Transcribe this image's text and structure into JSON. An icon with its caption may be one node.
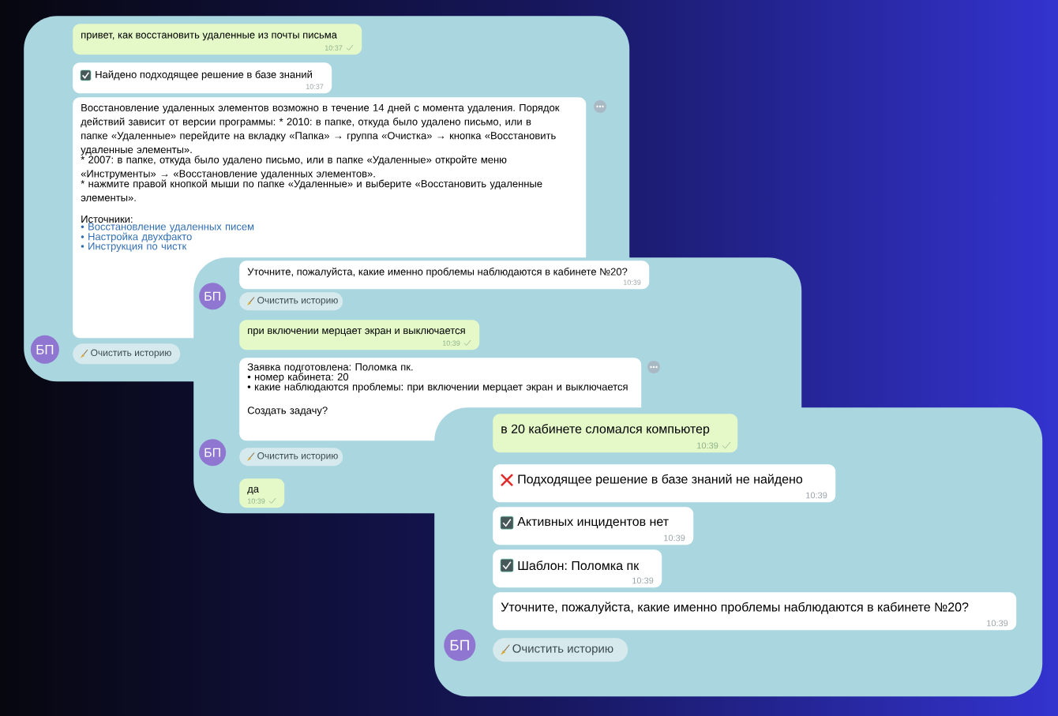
{
  "diagram": {
    "nodes": [
      {
        "text": [],
        "shape": "box"
      },
      {
        "text": [
          "привет, как восстановить удаленные из почты письма",
          "10:37"
        ],
        "in": 0
      },
      {
        "text": [
          "Найдено подходящее решение в базе знаний",
          "10:37"
        ],
        "in": 0
      },
      {
        "text": [
          "Восстановление удаленных элементов возможно в течение 14 дней с момента удаления. Порядок действий зависит от версии программы: * 2010: в папке, откуда было удалено письмо, или в папке «Удаленные» перейдите на вкладку «Папка» → группа «Очистка» → кнопка «Восстановить удаленные элементы».",
          "* 2007: в папке, откуда было удалено письмо, или в папке «Удаленные» откройте меню «Инструменты» → «Восстановление удаленных элементов».",
          "* нажмите правой кнопкой мыши по папке «Удаленные» и выберите «Восстановить удаленные элементы».",
          "Источники:",
          "• Восстановление удаленных писем",
          "• Настройка двухфакто",
          "• Инструкция по чистк"
        ],
        "in": 0
      },
      {
        "text": [
          "БП"
        ],
        "in": 0
      },
      {
        "text": [
          "Очистить историю"
        ],
        "in": 0
      },
      {
        "text": [],
        "shape": "box"
      },
      {
        "text": [
          "Уточните, пожалуйста, какие именно проблемы наблюдаются в кабинете №20?",
          "10:39"
        ]
      },
      {
        "text": [
          "БП"
        ]
      },
      {
        "text": [
          "Очистить историю"
        ]
      },
      {
        "text": [
          "при включении мерцает экран и выключается",
          "10:39"
        ]
      },
      {
        "text": [
          "Заявка подготовлена: Поломка пк.",
          "• номер кабинета: 20",
          "• какие наблюдаются проблемы: при включении мерцает экран и выключается",
          "Создать задачу?"
        ],
        "in": 6
      },
      {
        "text": [
          "БП"
        ],
        "in": 6
      },
      {
        "text": [
          "Очистить историю"
        ],
        "in": 6
      },
      {
        "text": [
          "да",
          "10:39"
        ],
        "in": 6
      },
      {
        "text": [],
        "shape": "box"
      },
      {
        "text": [
          "в 20 кабинете сломался компьютер",
          "10:39"
        ]
      },
      {
        "text": [
          "Подходящее решение в базе знаний не найдено",
          "10:39"
        ],
        "in": 15
      },
      {
        "text": [
          "Активных инцидентов нет",
          "10:39"
        ],
        "in": 15
      },
      {
        "text": [
          "Шаблон: Поломка пк",
          "10:39"
        ],
        "in": 15
      },
      {
        "text": [
          "Уточните, пожалуйста, какие именно проблемы наблюдаются в кабинете №20?",
          "10:39"
        ],
        "in": 15
      },
      {
        "text": [
          "БП"
        ],
        "in": 15
      },
      {
        "text": [
          "Очистить историю"
        ],
        "in": 15
      }
    ]
  }
}
